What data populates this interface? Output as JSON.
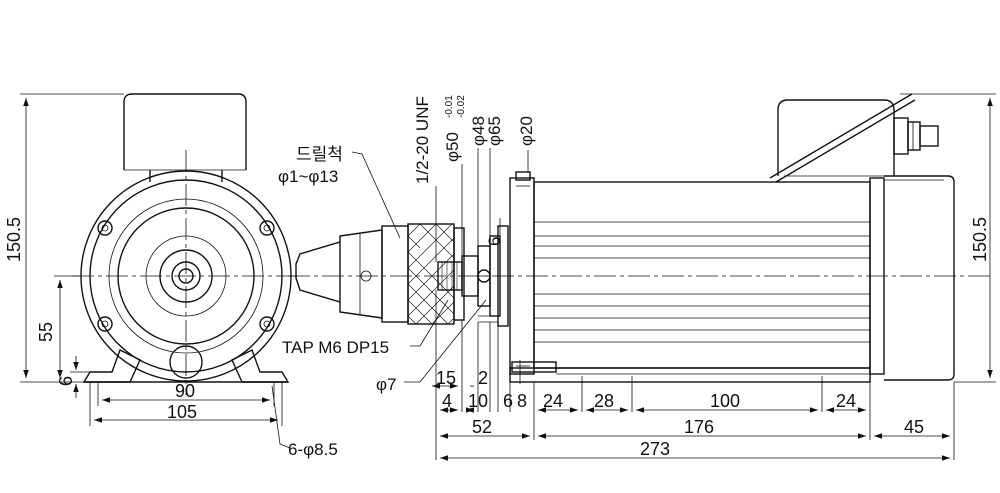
{
  "labels": {
    "chuck_name": "드릴척",
    "chuck_range": "φ1~φ13",
    "tap": "TAP M6 DP15",
    "hole7": "φ7",
    "bolts": "6-φ8.5",
    "thread": "1/2-20 UNF",
    "d50": "φ50",
    "d50_tol_upper": "-0.01",
    "d50_tol_lower": "-0.02",
    "d48": "φ48",
    "d65": "φ65",
    "d20": "φ20",
    "d6": "6"
  },
  "dims": {
    "h150_left": "150.5",
    "h55": "55",
    "h6": "6",
    "w90": "90",
    "w105": "105",
    "h150_right": "150.5",
    "l15": "15",
    "l2": "2",
    "l4": "4",
    "l10": "10",
    "l6": "6",
    "l8": "8",
    "l24a": "24",
    "l28": "28",
    "l100": "100",
    "l24b": "24",
    "l52": "52",
    "l176": "176",
    "l45": "45",
    "l273": "273"
  }
}
